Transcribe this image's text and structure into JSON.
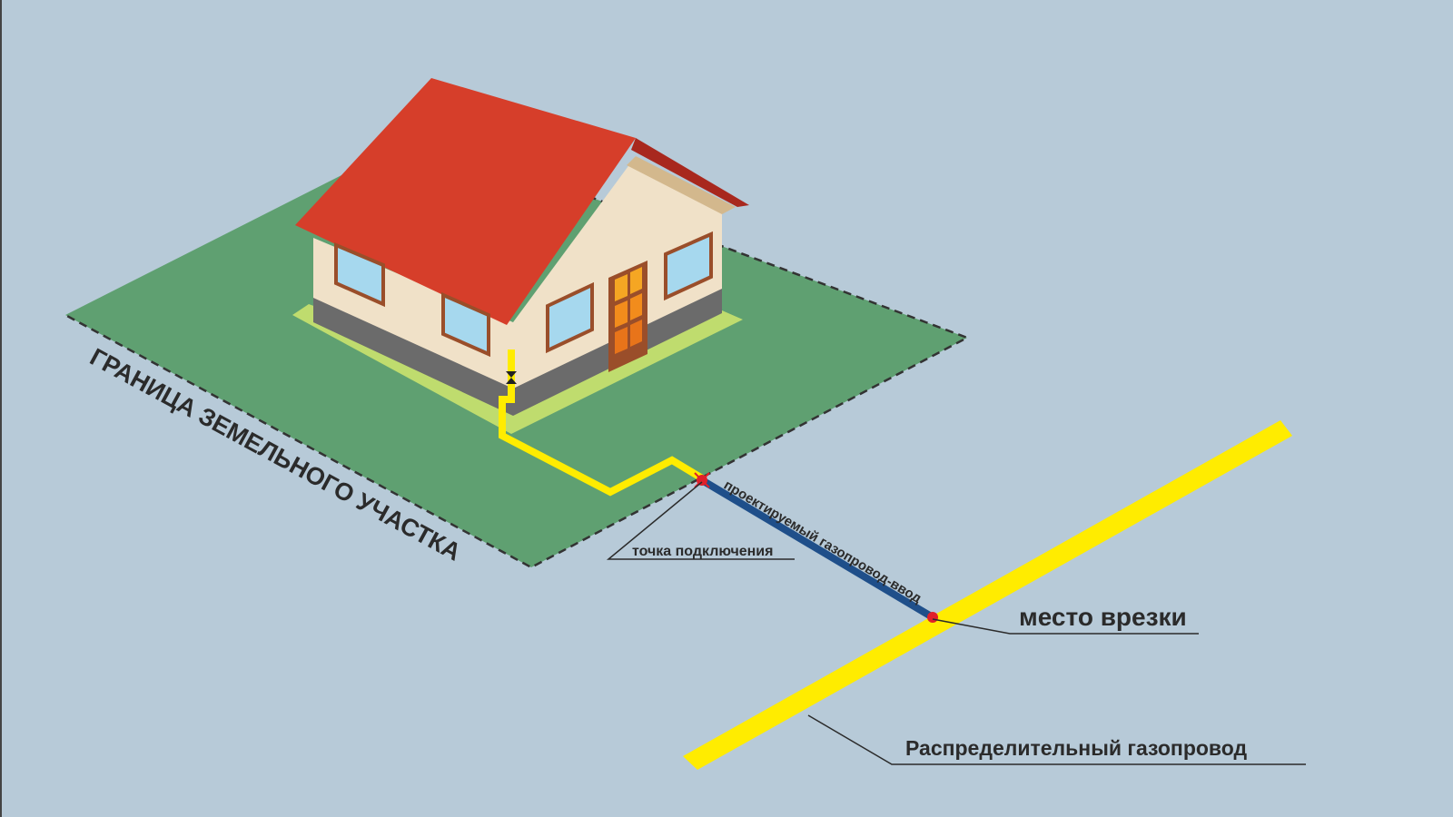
{
  "labels": {
    "plot_boundary": "ГРАНИЦА ЗЕМЕЛЬНОГО УЧАСТКА",
    "connection_point": "точка подключения",
    "designed_pipe": "проектируемый газопровод-ввод",
    "tie_in_point": "место врезки",
    "distribution_pipe": "Распределительный газопровод"
  },
  "colors": {
    "background": "#b7cad8",
    "plot": "#5fa071",
    "roof": "#d63e2a",
    "wall": "#f0e1c8",
    "gas_pipe": "#ffec00",
    "designed_pipe": "#1f4f8a",
    "marker": "#e0202a"
  }
}
